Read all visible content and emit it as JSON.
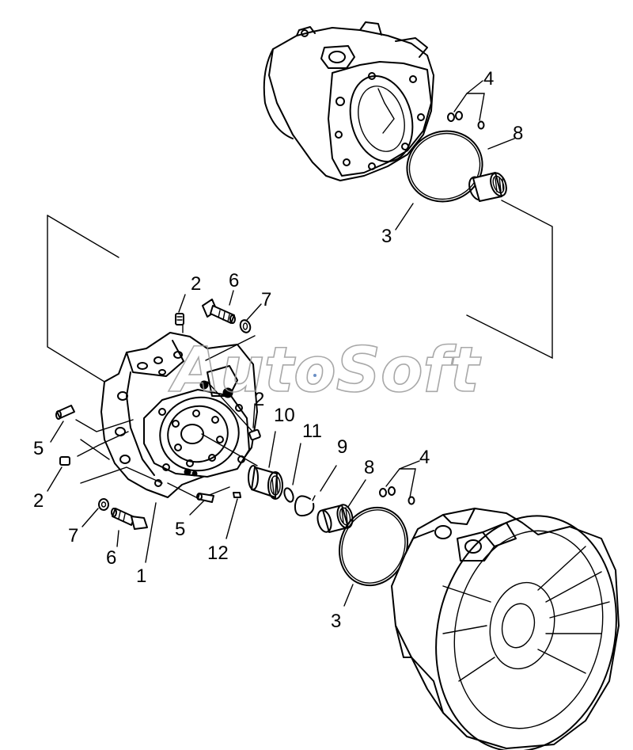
{
  "watermark": "AutoSoft",
  "callouts": {
    "top_4": "4",
    "top_8": "8",
    "top_3": "3",
    "c2a": "2",
    "c6a": "6",
    "c7a": "7",
    "c2b": "2",
    "c10": "10",
    "c11": "11",
    "c9": "9",
    "c5a": "5",
    "c2c": "2",
    "c7b": "7",
    "c6b": "6",
    "c5b": "5",
    "c12": "12",
    "c1": "1",
    "bot_8": "8",
    "bot_4": "4",
    "bot_3": "3"
  },
  "colors": {
    "line": "#000000",
    "watermark": "#9a9a9a",
    "background": "#ffffff"
  }
}
